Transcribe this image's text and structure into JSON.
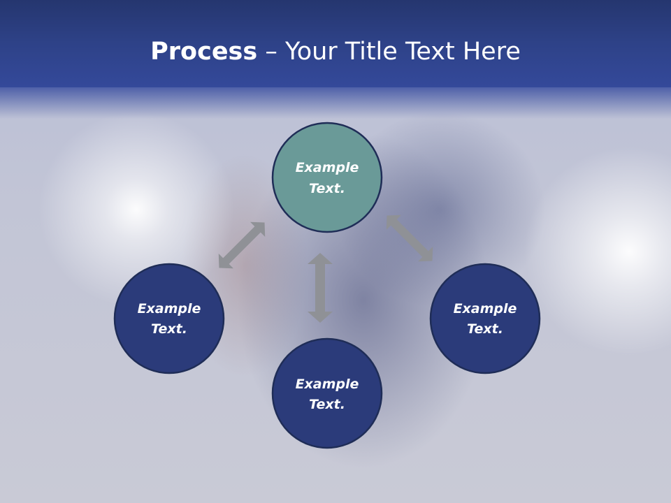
{
  "slide": {
    "title_bold": "Process",
    "title_rest": " – Your Title Text Here"
  },
  "nodes": [
    {
      "id": "top",
      "line1": "Example",
      "line2": "Text.",
      "color": "#6a9a98"
    },
    {
      "id": "left",
      "line1": "Example",
      "line2": "Text.",
      "color": "#2b3b7a"
    },
    {
      "id": "right",
      "line1": "Example",
      "line2": "Text.",
      "color": "#2b3b7a"
    },
    {
      "id": "bottom",
      "line1": "Example",
      "line2": "Text.",
      "color": "#2b3b7a"
    }
  ],
  "colors": {
    "header": "#2e4288",
    "arrow": "#8f9196",
    "node_border": "#1f2d57",
    "accent_node": "#6a9a98",
    "primary_node": "#2b3b7a"
  }
}
